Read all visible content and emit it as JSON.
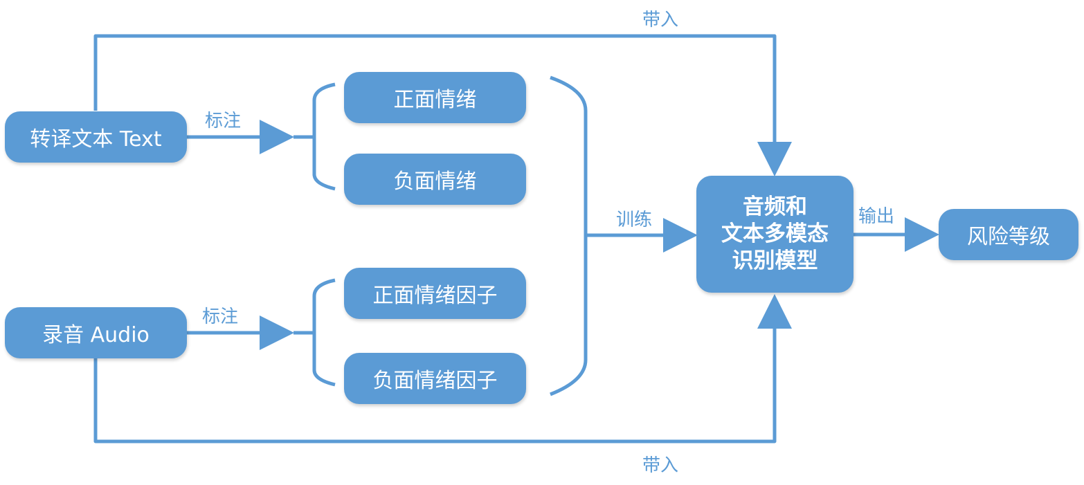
{
  "accent_color": "#5b9bd5",
  "nodes": {
    "text": "转译文本 Text",
    "audio": "录音 Audio",
    "pos_emotion": "正面情绪",
    "neg_emotion": "负面情绪",
    "pos_factor": "正面情绪因子",
    "neg_factor": "负面情绪因子",
    "model_lines": [
      "音频和",
      "文本多模态",
      "识别模型"
    ],
    "risk": "风险等级"
  },
  "edge_labels": {
    "text_annotate": "标注",
    "audio_annotate": "标注",
    "train": "训练",
    "output": "输出",
    "bring_in_top": "带入",
    "bring_in_bottom": "带入"
  }
}
